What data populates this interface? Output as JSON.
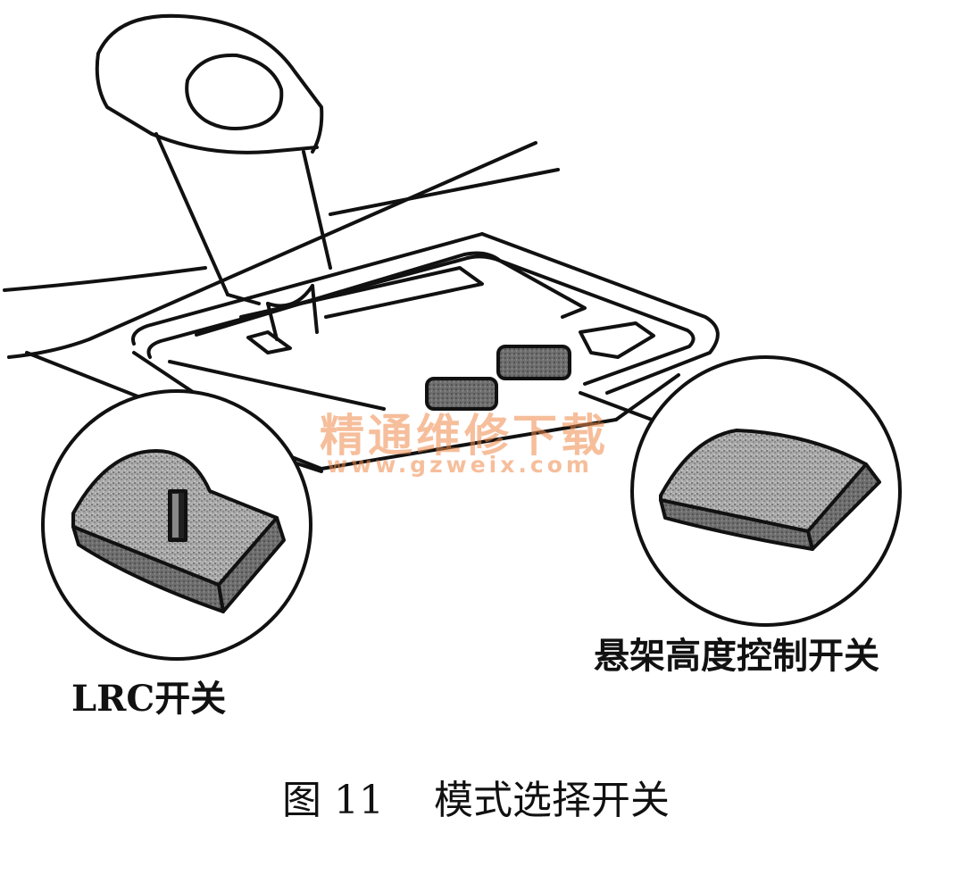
{
  "labels": {
    "lrc_switch": "LRC开关",
    "height_control_switch": "悬架高度控制开关",
    "figure_number": "图 11",
    "figure_title": "模式选择开关"
  },
  "watermark": {
    "site_name": "精通维修下载",
    "url": "www.gzweix.com",
    "color": "#f08a4b"
  },
  "colors": {
    "ink": "#111111",
    "switch_fill": "#9a9a9a",
    "switch_dark": "#444444"
  }
}
